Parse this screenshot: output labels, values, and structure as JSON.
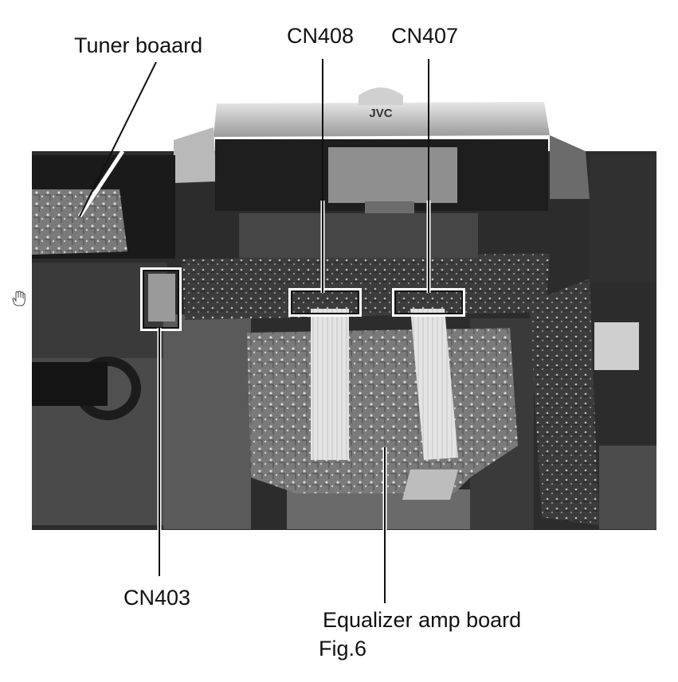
{
  "labels": {
    "tuner_board": "Tuner boaard",
    "cn408": "CN408",
    "cn407": "CN407",
    "cn403": "CN403",
    "equalizer_amp_board": "Equalizer amp board",
    "figure": "Fig.6"
  },
  "photo_brand": "JVC",
  "icons": {
    "cursor": "hand-cursor-icon"
  }
}
